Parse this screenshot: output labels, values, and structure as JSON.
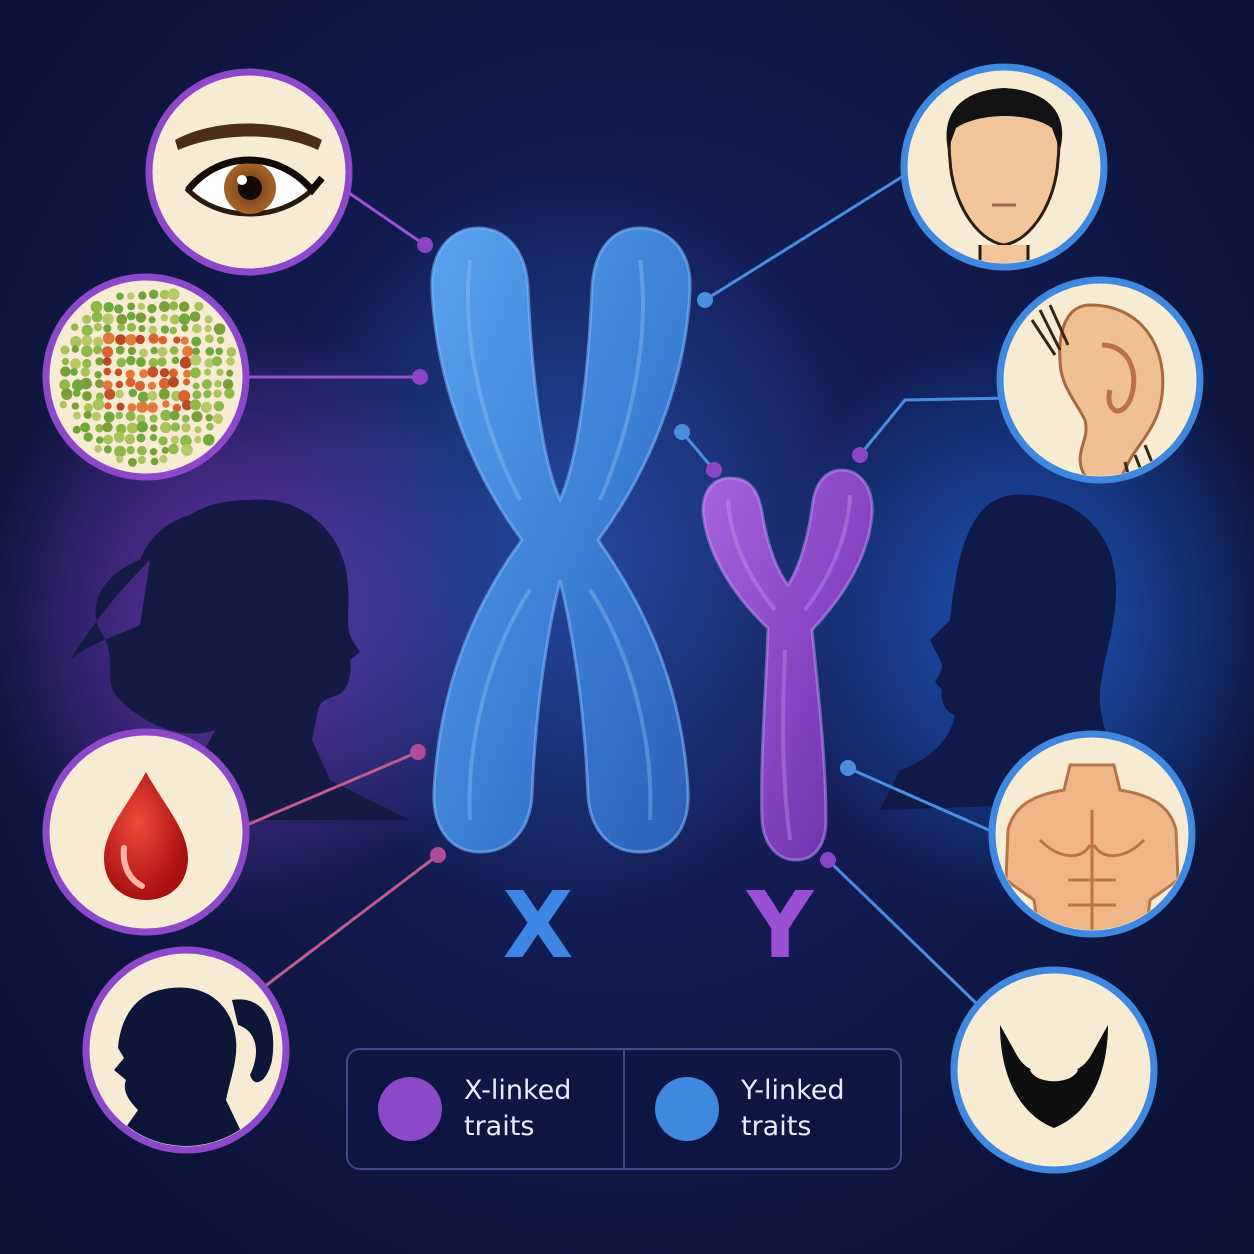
{
  "diagram": {
    "chromosomes": [
      {
        "id": "x",
        "label": "X"
      },
      {
        "id": "y",
        "label": "Y"
      }
    ],
    "colors": {
      "x_chromosome": "#3e86dc",
      "y_chromosome": "#8a45c6",
      "x_label": "#3d86e6",
      "y_label": "#9b4fd6",
      "female_glow": "#8b3fd0",
      "male_glow": "#1f66d8",
      "connector_purple": "#9a52d1",
      "connector_blue": "#4a8ee0",
      "connector_pink": "#c05a8f",
      "node_cream": "#f7ecd3"
    },
    "trait_icons": [
      {
        "icon": "eye-icon",
        "side": "left"
      },
      {
        "icon": "color-blindness-test-icon",
        "side": "left"
      },
      {
        "icon": "blood-drop-icon",
        "side": "left"
      },
      {
        "icon": "female-profile-icon",
        "side": "left"
      },
      {
        "icon": "male-face-icon",
        "side": "right"
      },
      {
        "icon": "hairy-ear-icon",
        "side": "right"
      },
      {
        "icon": "male-torso-icon",
        "side": "right"
      },
      {
        "icon": "beard-icon",
        "side": "right"
      }
    ],
    "silhouettes": [
      "female-silhouette",
      "male-silhouette"
    ]
  },
  "legend": {
    "items": [
      {
        "label": "X-linked traits",
        "color": "#8d48c9"
      },
      {
        "label": "Y-linked traits",
        "color": "#3f88e0"
      }
    ]
  }
}
